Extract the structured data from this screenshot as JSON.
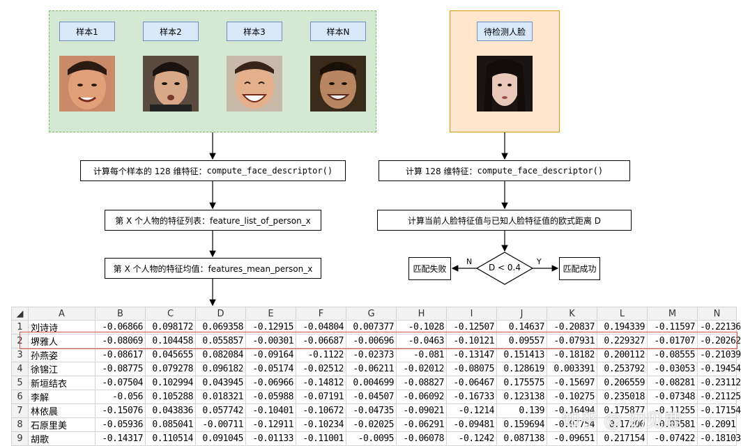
{
  "samples": [
    {
      "label": "样本1"
    },
    {
      "label": "样本2"
    },
    {
      "label": "样本3"
    },
    {
      "label": "样本N"
    }
  ],
  "query": {
    "label": "待检测人脸"
  },
  "flow_left": {
    "step1_text": "计算每个样本的 128 维特征：",
    "step1_code": "compute_face_descriptor()",
    "step2": "第 X 个人物的特征列表：feature_list_of_person_x",
    "step3": "第 X 个人物的特征均值：features_mean_person_x"
  },
  "flow_right": {
    "step1_text": "计算 128 维特征：",
    "step1_code": "compute_face_descriptor()",
    "step2": "计算当前人脸特征值与已知人脸特征值的欧式距离 D",
    "decision": "D < 0.4",
    "no_label": "N",
    "yes_label": "Y",
    "fail": "匹配失败",
    "success": "匹配成功"
  },
  "table": {
    "columns": [
      "A",
      "B",
      "C",
      "D",
      "E",
      "F",
      "G",
      "H",
      "I",
      "J",
      "K",
      "L",
      "M",
      "N"
    ],
    "rows": [
      {
        "n": "1",
        "cells": [
          "刘诗诗",
          "-0.06866",
          "0.098172",
          "0.069358",
          "-0.12915",
          "-0.04804",
          "0.007377",
          "-0.1028",
          "-0.12507",
          "0.14637",
          "-0.20837",
          "0.194339",
          "-0.11597",
          "-0.22136"
        ]
      },
      {
        "n": "2",
        "cells": [
          "堺雅人",
          "-0.08069",
          "0.104458",
          "0.055857",
          "-0.00301",
          "-0.06687",
          "-0.00696",
          "-0.0463",
          "-0.10121",
          "0.09557",
          "-0.07931",
          "0.229327",
          "-0.01707",
          "-0.20262"
        ]
      },
      {
        "n": "3",
        "cells": [
          "孙燕姿",
          "-0.08617",
          "0.045655",
          "0.082084",
          "-0.09164",
          "-0.1122",
          "-0.02373",
          "-0.081",
          "-0.13147",
          "0.151413",
          "-0.18182",
          "0.200112",
          "-0.08555",
          "-0.21039"
        ]
      },
      {
        "n": "4",
        "cells": [
          "徐锦江",
          "-0.08775",
          "0.079278",
          "0.096182",
          "-0.05174",
          "-0.02512",
          "-0.06211",
          "-0.02012",
          "-0.08075",
          "0.128619",
          "0.003391",
          "0.253792",
          "-0.03053",
          "-0.19454"
        ]
      },
      {
        "n": "5",
        "cells": [
          "新垣结衣",
          "-0.07504",
          "0.102994",
          "0.043945",
          "-0.06966",
          "-0.14812",
          "0.004699",
          "-0.08827",
          "-0.06467",
          "0.175575",
          "-0.15697",
          "0.206559",
          "-0.08281",
          "-0.23112"
        ]
      },
      {
        "n": "6",
        "cells": [
          "李解",
          "-0.056",
          "0.105288",
          "0.018321",
          "-0.05988",
          "-0.07191",
          "-0.04507",
          "-0.06092",
          "-0.16733",
          "0.123138",
          "-0.10275",
          "0.235018",
          "-0.07348",
          "-0.21125"
        ]
      },
      {
        "n": "7",
        "cells": [
          "林依晨",
          "-0.15076",
          "0.043836",
          "0.057742",
          "-0.10401",
          "-0.10672",
          "-0.04735",
          "-0.09021",
          "-0.1214",
          "0.139",
          "-0.16494",
          "0.175877",
          "-0.11255",
          "-0.17154"
        ]
      },
      {
        "n": "8",
        "cells": [
          "石原里美",
          "-0.05936",
          "0.085041",
          "-0.00711",
          "-0.12911",
          "-0.10234",
          "-0.02025",
          "-0.06291",
          "-0.09481",
          "0.159694",
          "-0.07754",
          "0.17200",
          "-0.03581",
          "-0.2091"
        ]
      },
      {
        "n": "9",
        "cells": [
          "胡歌",
          "-0.14317",
          "0.110514",
          "0.091045",
          "-0.01133",
          "-0.11001",
          "-0.0095",
          "-0.06078",
          "-0.1242",
          "0.087138",
          "-0.09651",
          "0.217154",
          "-0.07422",
          "-0.18103"
        ]
      }
    ]
  },
  "watermark": "知乎 @ 初见鹿"
}
